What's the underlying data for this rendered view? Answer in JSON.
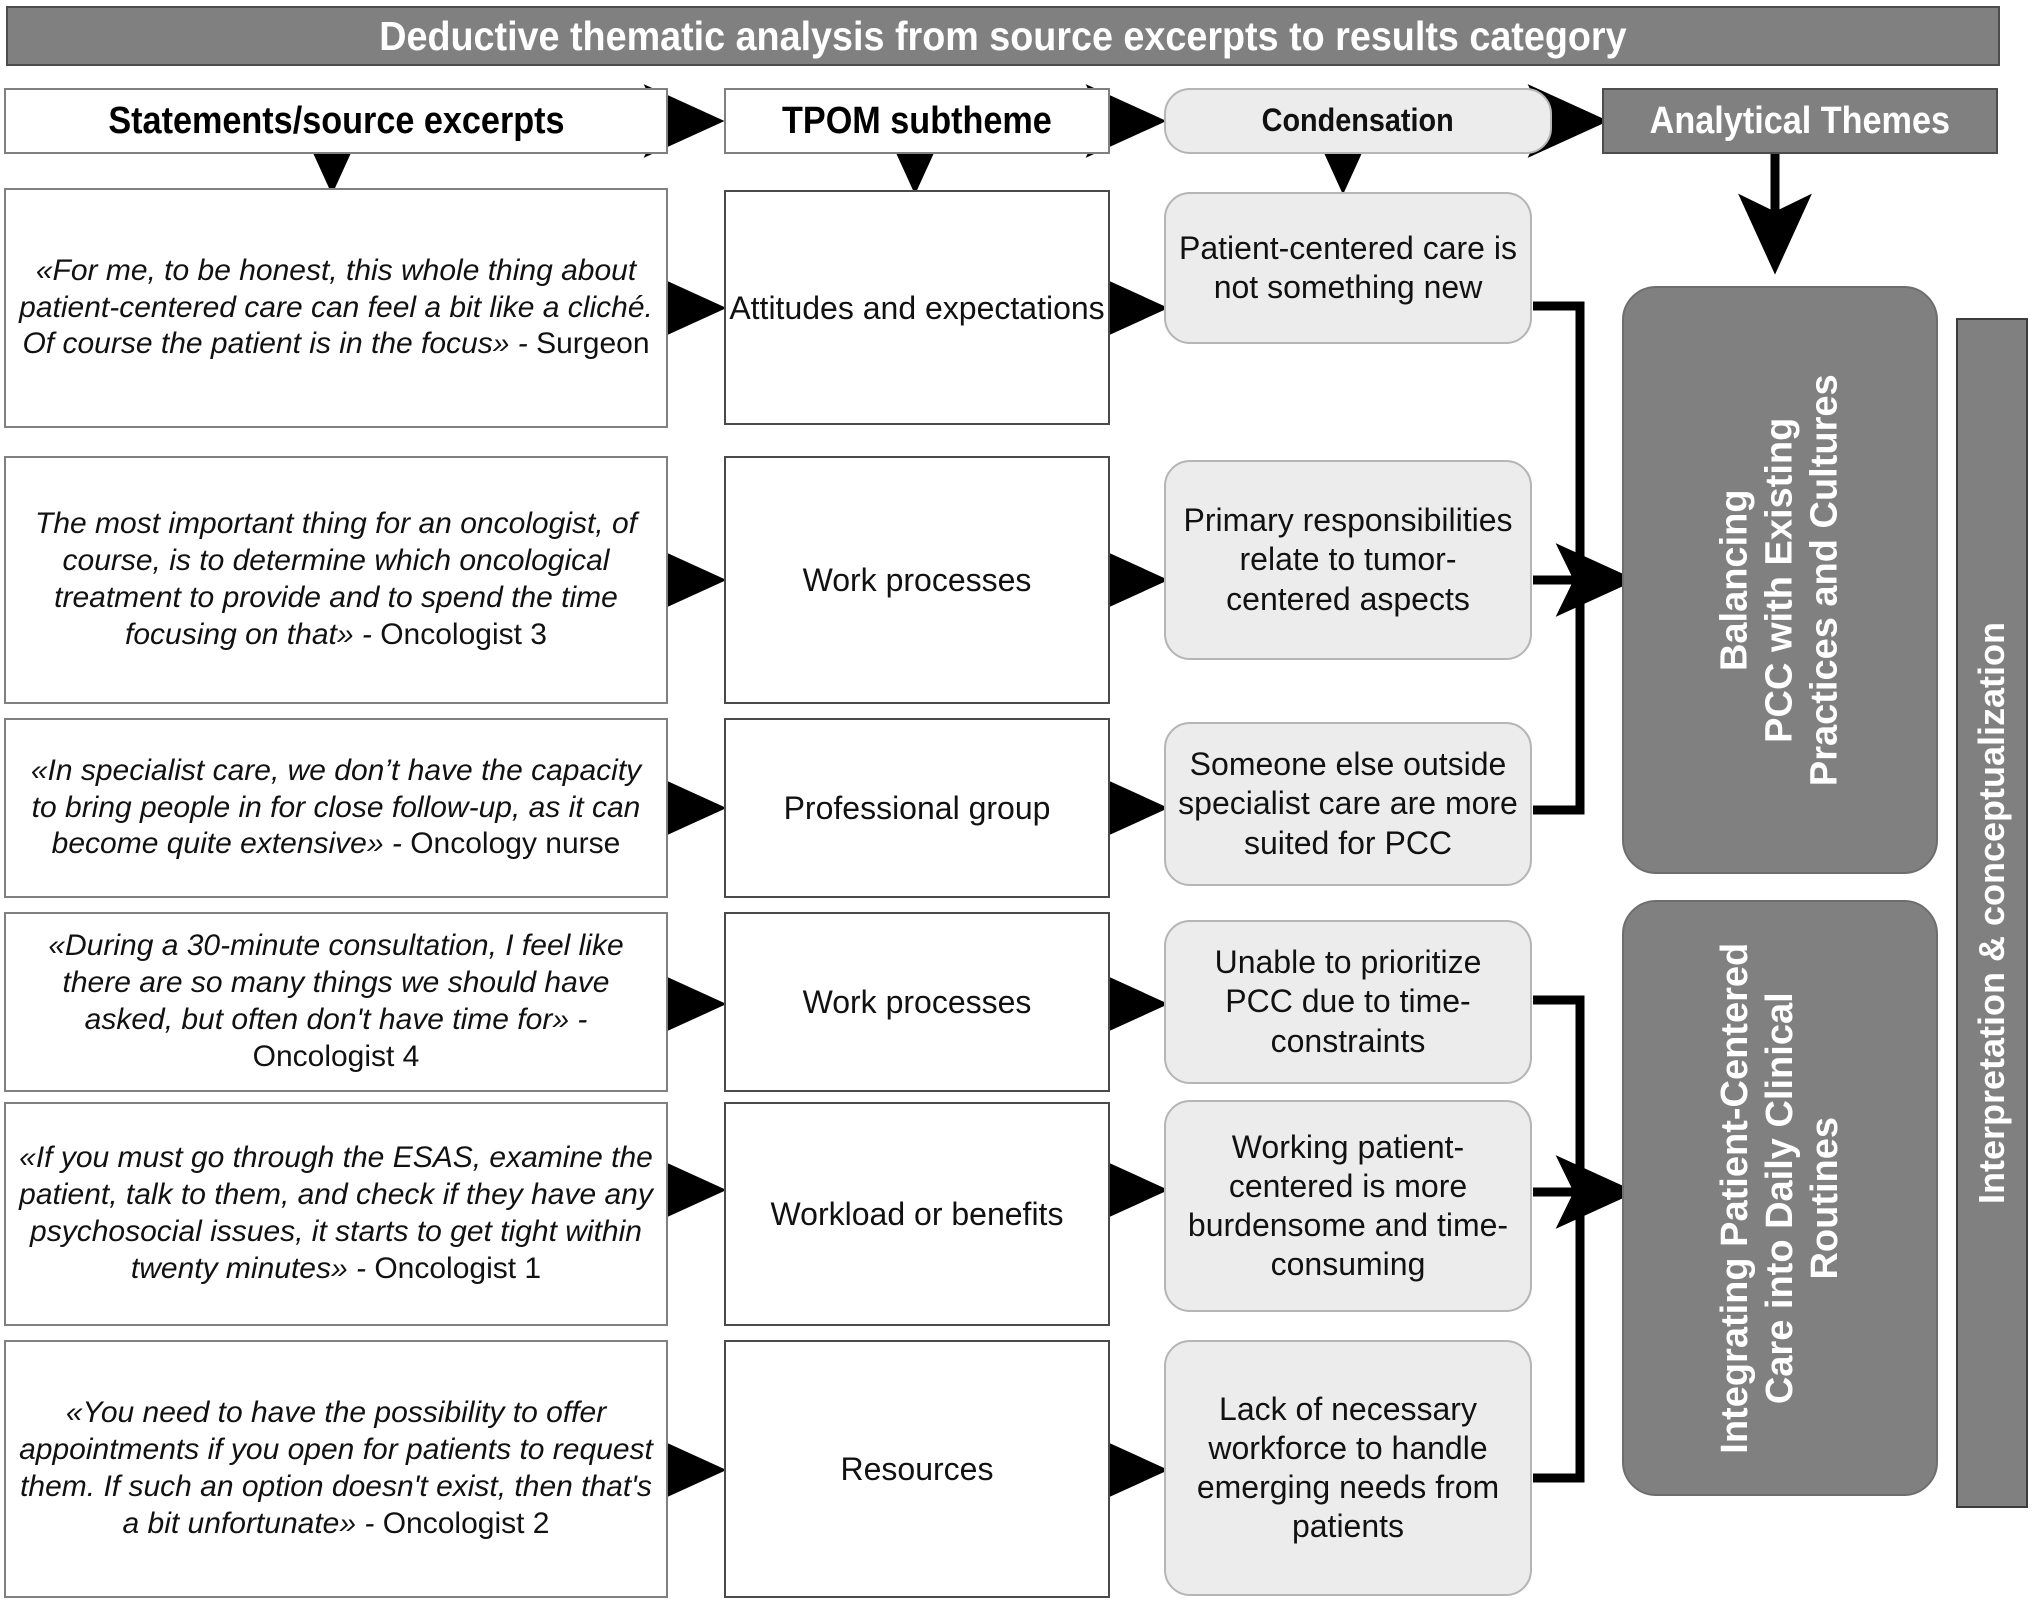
{
  "figure": {
    "title": "Deductive thematic analysis from source excerpts to results category"
  },
  "columns": [
    {
      "id": "excerpts",
      "label": "Statements/source excerpts"
    },
    {
      "id": "subtheme",
      "label": "TPOM subtheme"
    },
    {
      "id": "condensation",
      "label": "Condensation"
    },
    {
      "id": "themes",
      "label": "Analytical Themes"
    }
  ],
  "rows": [
    {
      "excerpt_quote": "«For me, to be honest, this whole thing about patient-centered care can feel a bit like a cliché. Of course the patient is in the focus» -",
      "excerpt_source": "Surgeon",
      "subtheme": "Attitudes and expectations",
      "condensation": "Patient-centered care is not something new"
    },
    {
      "excerpt_quote": "The most important thing for an oncologist, of course, is to determine which oncological treatment to provide and to spend the time focusing on that» -",
      "excerpt_source": "Oncologist 3",
      "subtheme": "Work processes",
      "condensation": "Primary responsibilities relate to tumor-centered aspects"
    },
    {
      "excerpt_quote": "«In specialist care, we don’t have the capacity to bring people in for close follow-up, as it can become quite extensive» -",
      "excerpt_source": "Oncology nurse",
      "subtheme": "Professional group",
      "condensation": "Someone else outside specialist care are more suited for PCC"
    },
    {
      "excerpt_quote": "«During a 30-minute consultation, I feel like there are so many things we should have asked, but often don't have time for» -",
      "excerpt_source": "Oncologist 4",
      "subtheme": "Work processes",
      "condensation": "Unable to prioritize PCC due to time-constraints"
    },
    {
      "excerpt_quote": "«If you must go through the ESAS, examine the patient, talk to them, and check if they have any psychosocial issues, it starts to get tight within twenty minutes» -",
      "excerpt_source": "Oncologist 1",
      "subtheme": "Workload or benefits",
      "condensation": "Working patient-centered is more burdensome and time-consuming"
    },
    {
      "excerpt_quote": "«You need to have the possibility to offer appointments if you open for patients to request them. If such an option doesn't exist, then that's a bit unfortunate» -",
      "excerpt_source": "Oncologist 2",
      "subtheme": "Resources",
      "condensation": "Lack of necessary workforce to handle emerging needs from patients"
    }
  ],
  "themes": [
    {
      "id": "theme-balancing",
      "lines": [
        "Balancing",
        "PCC with Existing",
        "Practices and Cultures"
      ],
      "from_rows": [
        1,
        2,
        3
      ]
    },
    {
      "id": "theme-integrating",
      "lines": [
        "Integrating Patient-Centered",
        "Care into Daily Clinical",
        "Routines"
      ],
      "from_rows": [
        4,
        5,
        6
      ]
    }
  ],
  "sidebar": {
    "label": "Interpretation & conceptualization"
  },
  "colors": {
    "header_grey": "#808080",
    "condensation_fill": "#ececec",
    "box_white": "#ffffff",
    "text_dark": "#111111",
    "text_light": "#ffffff",
    "connector": "#000000"
  }
}
